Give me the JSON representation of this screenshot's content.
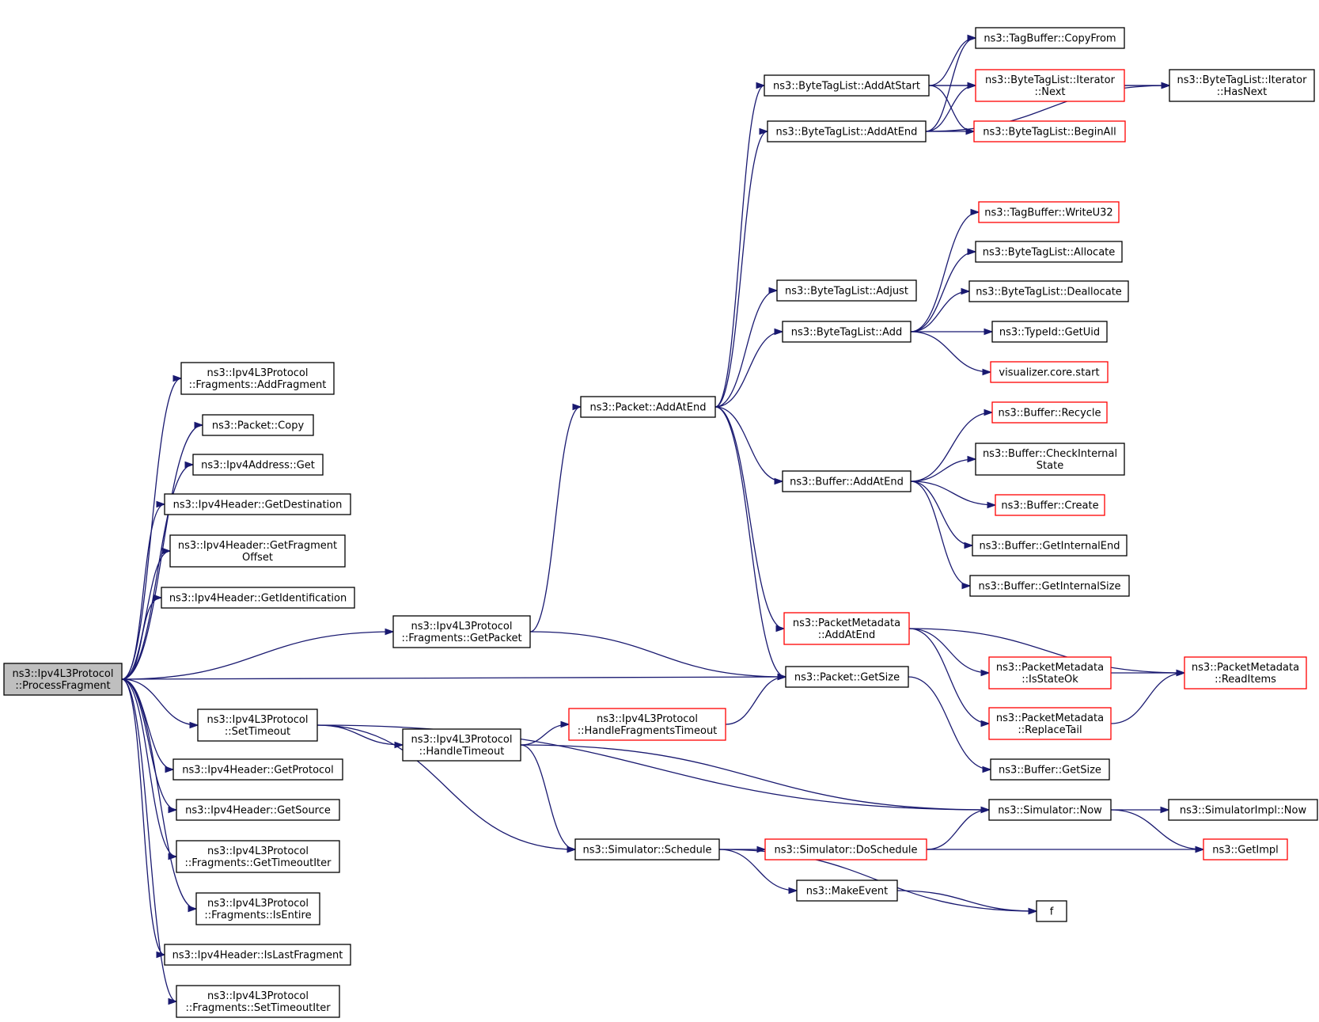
{
  "nodes": [
    {
      "id": "root",
      "lines": [
        "ns3::Ipv4L3Protocol",
        "::ProcessFragment"
      ],
      "style": "root"
    },
    {
      "id": "addFragment",
      "lines": [
        "ns3::Ipv4L3Protocol",
        "::Fragments::AddFragment"
      ],
      "style": "black"
    },
    {
      "id": "pktCopy",
      "lines": [
        "ns3::Packet::Copy"
      ],
      "style": "black"
    },
    {
      "id": "ipv4AddrGet",
      "lines": [
        "ns3::Ipv4Address::Get"
      ],
      "style": "black"
    },
    {
      "id": "getDestination",
      "lines": [
        "ns3::Ipv4Header::GetDestination"
      ],
      "style": "black"
    },
    {
      "id": "getFragOffset",
      "lines": [
        "ns3::Ipv4Header::GetFragment",
        "Offset"
      ],
      "style": "black"
    },
    {
      "id": "getIdentification",
      "lines": [
        "ns3::Ipv4Header::GetIdentification"
      ],
      "style": "black"
    },
    {
      "id": "fragGetPacket",
      "lines": [
        "ns3::Ipv4L3Protocol",
        "::Fragments::GetPacket"
      ],
      "style": "black"
    },
    {
      "id": "setTimeout",
      "lines": [
        "ns3::Ipv4L3Protocol",
        "::SetTimeout"
      ],
      "style": "black"
    },
    {
      "id": "getProtocol",
      "lines": [
        "ns3::Ipv4Header::GetProtocol"
      ],
      "style": "black"
    },
    {
      "id": "getSource",
      "lines": [
        "ns3::Ipv4Header::GetSource"
      ],
      "style": "black"
    },
    {
      "id": "getTimeoutIter",
      "lines": [
        "ns3::Ipv4L3Protocol",
        "::Fragments::GetTimeoutIter"
      ],
      "style": "black"
    },
    {
      "id": "isEntire",
      "lines": [
        "ns3::Ipv4L3Protocol",
        "::Fragments::IsEntire"
      ],
      "style": "black"
    },
    {
      "id": "isLastFragment",
      "lines": [
        "ns3::Ipv4Header::IsLastFragment"
      ],
      "style": "black"
    },
    {
      "id": "setTimeoutIter",
      "lines": [
        "ns3::Ipv4L3Protocol",
        "::Fragments::SetTimeoutIter"
      ],
      "style": "black"
    },
    {
      "id": "pktAddAtEnd",
      "lines": [
        "ns3::Packet::AddAtEnd"
      ],
      "style": "black"
    },
    {
      "id": "pktGetSize",
      "lines": [
        "ns3::Packet::GetSize"
      ],
      "style": "black"
    },
    {
      "id": "handleTimeout",
      "lines": [
        "ns3::Ipv4L3Protocol",
        "::HandleTimeout"
      ],
      "style": "black"
    },
    {
      "id": "handleFragTimeout",
      "lines": [
        "ns3::Ipv4L3Protocol",
        "::HandleFragmentsTimeout"
      ],
      "style": "red"
    },
    {
      "id": "simSchedule",
      "lines": [
        "ns3::Simulator::Schedule"
      ],
      "style": "black"
    },
    {
      "id": "btlAddAtStart",
      "lines": [
        "ns3::ByteTagList::AddAtStart"
      ],
      "style": "black"
    },
    {
      "id": "btlAddAtEnd",
      "lines": [
        "ns3::ByteTagList::AddAtEnd"
      ],
      "style": "black"
    },
    {
      "id": "btlAdjust",
      "lines": [
        "ns3::ByteTagList::Adjust"
      ],
      "style": "black"
    },
    {
      "id": "btlAdd",
      "lines": [
        "ns3::ByteTagList::Add"
      ],
      "style": "black"
    },
    {
      "id": "bufAddAtEnd",
      "lines": [
        "ns3::Buffer::AddAtEnd"
      ],
      "style": "black"
    },
    {
      "id": "pmAddAtEnd",
      "lines": [
        "ns3::PacketMetadata",
        "::AddAtEnd"
      ],
      "style": "red"
    },
    {
      "id": "simDoSchedule",
      "lines": [
        "ns3::Simulator::DoSchedule"
      ],
      "style": "red"
    },
    {
      "id": "makeEvent",
      "lines": [
        "ns3::MakeEvent"
      ],
      "style": "black"
    },
    {
      "id": "tbCopyFrom",
      "lines": [
        "ns3::TagBuffer::CopyFrom"
      ],
      "style": "black"
    },
    {
      "id": "btlIterNext",
      "lines": [
        "ns3::ByteTagList::Iterator",
        "::Next"
      ],
      "style": "red"
    },
    {
      "id": "btlBeginAll",
      "lines": [
        "ns3::ByteTagList::BeginAll"
      ],
      "style": "red"
    },
    {
      "id": "tbWriteU32",
      "lines": [
        "ns3::TagBuffer::WriteU32"
      ],
      "style": "red"
    },
    {
      "id": "btlAllocate",
      "lines": [
        "ns3::ByteTagList::Allocate"
      ],
      "style": "black"
    },
    {
      "id": "btlDeallocate",
      "lines": [
        "ns3::ByteTagList::Deallocate"
      ],
      "style": "black"
    },
    {
      "id": "typeIdGetUid",
      "lines": [
        "ns3::TypeId::GetUid"
      ],
      "style": "black"
    },
    {
      "id": "vizCoreStart",
      "lines": [
        "visualizer.core.start"
      ],
      "style": "red"
    },
    {
      "id": "bufRecycle",
      "lines": [
        "ns3::Buffer::Recycle"
      ],
      "style": "red"
    },
    {
      "id": "bufCheckInternal",
      "lines": [
        "ns3::Buffer::CheckInternal",
        "State"
      ],
      "style": "black"
    },
    {
      "id": "bufCreate",
      "lines": [
        "ns3::Buffer::Create"
      ],
      "style": "red"
    },
    {
      "id": "bufGetInternalEnd",
      "lines": [
        "ns3::Buffer::GetInternalEnd"
      ],
      "style": "black"
    },
    {
      "id": "bufGetInternalSize",
      "lines": [
        "ns3::Buffer::GetInternalSize"
      ],
      "style": "black"
    },
    {
      "id": "pmIsStateOk",
      "lines": [
        "ns3::PacketMetadata",
        "::IsStateOk"
      ],
      "style": "red"
    },
    {
      "id": "pmReplaceTail",
      "lines": [
        "ns3::PacketMetadata",
        "::ReplaceTail"
      ],
      "style": "red"
    },
    {
      "id": "bufGetSize",
      "lines": [
        "ns3::Buffer::GetSize"
      ],
      "style": "black"
    },
    {
      "id": "simNow",
      "lines": [
        "ns3::Simulator::Now"
      ],
      "style": "black"
    },
    {
      "id": "f",
      "lines": [
        "f"
      ],
      "style": "black"
    },
    {
      "id": "btlIterHasNext",
      "lines": [
        "ns3::ByteTagList::Iterator",
        "::HasNext"
      ],
      "style": "black"
    },
    {
      "id": "pmReadItems",
      "lines": [
        "ns3::PacketMetadata",
        "::ReadItems"
      ],
      "style": "red"
    },
    {
      "id": "simImplNow",
      "lines": [
        "ns3::SimulatorImpl::Now"
      ],
      "style": "black"
    },
    {
      "id": "getImpl",
      "lines": [
        "ns3::GetImpl"
      ],
      "style": "red"
    }
  ],
  "edges": [
    [
      "root",
      "addFragment"
    ],
    [
      "root",
      "pktCopy"
    ],
    [
      "root",
      "ipv4AddrGet"
    ],
    [
      "root",
      "getDestination"
    ],
    [
      "root",
      "getFragOffset"
    ],
    [
      "root",
      "getIdentification"
    ],
    [
      "root",
      "fragGetPacket"
    ],
    [
      "root",
      "pktGetSize"
    ],
    [
      "root",
      "setTimeout"
    ],
    [
      "root",
      "getProtocol"
    ],
    [
      "root",
      "getSource"
    ],
    [
      "root",
      "getTimeoutIter"
    ],
    [
      "root",
      "isEntire"
    ],
    [
      "root",
      "isLastFragment"
    ],
    [
      "root",
      "setTimeoutIter"
    ],
    [
      "fragGetPacket",
      "pktAddAtEnd"
    ],
    [
      "fragGetPacket",
      "pktGetSize"
    ],
    [
      "setTimeout",
      "handleTimeout"
    ],
    [
      "setTimeout",
      "simNow"
    ],
    [
      "setTimeout",
      "simSchedule"
    ],
    [
      "handleTimeout",
      "handleFragTimeout"
    ],
    [
      "handleTimeout",
      "simNow"
    ],
    [
      "handleTimeout",
      "simSchedule"
    ],
    [
      "handleFragTimeout",
      "pktGetSize"
    ],
    [
      "pktAddAtEnd",
      "btlAddAtStart"
    ],
    [
      "pktAddAtEnd",
      "btlAddAtEnd"
    ],
    [
      "pktAddAtEnd",
      "btlAdjust"
    ],
    [
      "pktAddAtEnd",
      "btlAdd"
    ],
    [
      "pktAddAtEnd",
      "bufAddAtEnd"
    ],
    [
      "pktAddAtEnd",
      "pmAddAtEnd"
    ],
    [
      "pktAddAtEnd",
      "pktGetSize"
    ],
    [
      "btlAddAtStart",
      "tbCopyFrom"
    ],
    [
      "btlAddAtStart",
      "btlIterNext"
    ],
    [
      "btlAddAtStart",
      "btlBeginAll"
    ],
    [
      "btlAddAtStart",
      "btlIterHasNext"
    ],
    [
      "btlAddAtEnd",
      "tbCopyFrom"
    ],
    [
      "btlAddAtEnd",
      "btlIterNext"
    ],
    [
      "btlAddAtEnd",
      "btlBeginAll"
    ],
    [
      "btlAddAtEnd",
      "btlIterHasNext"
    ],
    [
      "btlIterNext",
      "btlIterHasNext"
    ],
    [
      "btlAdd",
      "tbWriteU32"
    ],
    [
      "btlAdd",
      "btlAllocate"
    ],
    [
      "btlAdd",
      "btlDeallocate"
    ],
    [
      "btlAdd",
      "typeIdGetUid"
    ],
    [
      "btlAdd",
      "vizCoreStart"
    ],
    [
      "bufAddAtEnd",
      "bufRecycle"
    ],
    [
      "bufAddAtEnd",
      "bufCheckInternal"
    ],
    [
      "bufAddAtEnd",
      "bufCreate"
    ],
    [
      "bufAddAtEnd",
      "bufGetInternalEnd"
    ],
    [
      "bufAddAtEnd",
      "bufGetInternalSize"
    ],
    [
      "pmAddAtEnd",
      "pmReadItems"
    ],
    [
      "pmAddAtEnd",
      "pmIsStateOk"
    ],
    [
      "pmAddAtEnd",
      "pmReplaceTail"
    ],
    [
      "pmIsStateOk",
      "pmReadItems"
    ],
    [
      "pmReplaceTail",
      "pmReadItems"
    ],
    [
      "pktGetSize",
      "bufGetSize"
    ],
    [
      "simSchedule",
      "simDoSchedule"
    ],
    [
      "simSchedule",
      "makeEvent"
    ],
    [
      "simSchedule",
      "f"
    ],
    [
      "simDoSchedule",
      "simNow"
    ],
    [
      "simDoSchedule",
      "getImpl"
    ],
    [
      "makeEvent",
      "f"
    ],
    [
      "simNow",
      "simImplNow"
    ],
    [
      "simNow",
      "getImpl"
    ]
  ]
}
